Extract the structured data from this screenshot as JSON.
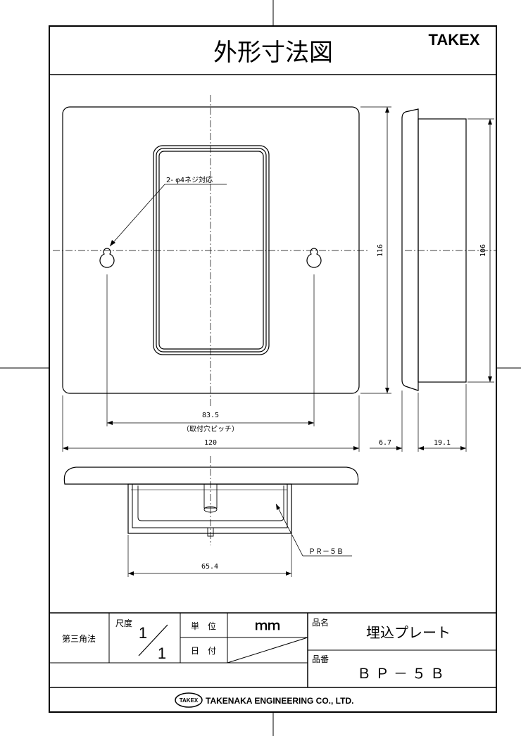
{
  "title": "外形寸法図",
  "brand": "TAKEX",
  "annotations": {
    "screw_note": "2- φ4ネジ対応",
    "pitch_value": "83.5",
    "pitch_note": "（取付穴ピッチ）",
    "width": "120",
    "height": "116",
    "height_inner": "106",
    "depth_flange": "6.7",
    "depth_body": "19.1",
    "bottom_width": "65.4",
    "part_label": "ＰＲ－５Ｂ"
  },
  "title_block": {
    "projection": "第三角法",
    "scale_label": "尺度",
    "scale_numerator": "1",
    "scale_denominator": "1",
    "unit_label": "単　位",
    "unit_value": "ｍｍ",
    "date_label": "日　付",
    "product_name_label": "品名",
    "product_name": "埋込プレート",
    "product_code_label": "品番",
    "product_code": "ＢＰ－５Ｂ"
  },
  "footer": {
    "logo_text": "TAKEX",
    "company": "TAKENAKA ENGINEERING CO., LTD."
  }
}
